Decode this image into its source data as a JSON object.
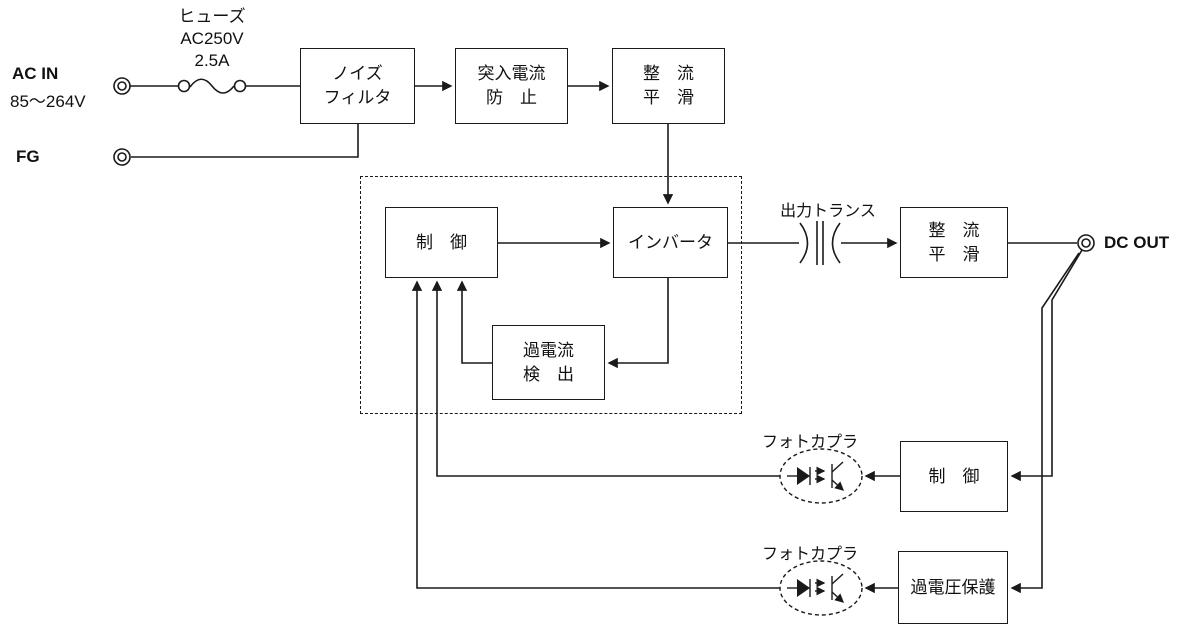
{
  "colors": {
    "ink": "#1a1a1a",
    "background": "#ffffff"
  },
  "diagram": {
    "input": {
      "ac_in_label": "AC IN",
      "ac_in_range": "85〜264V",
      "fg_label": "FG",
      "fuse_name": "ヒューズ",
      "fuse_rating_voltage": "AC250V",
      "fuse_rating_current": "2.5A"
    },
    "boxes": {
      "noise_filter": {
        "line1": "ノイズ",
        "line2": "フィルタ"
      },
      "inrush_protect": {
        "line1": "突入電流",
        "line2": "防　止"
      },
      "rectifier_primary": {
        "line1": "整　流",
        "line2": "平　滑"
      },
      "control_primary": {
        "label": "制　御"
      },
      "inverter": {
        "label": "インバータ"
      },
      "overcurrent_detect": {
        "line1": "過電流",
        "line2": "検　出"
      },
      "rectifier_secondary": {
        "line1": "整　流",
        "line2": "平　滑"
      },
      "control_secondary": {
        "label": "制　御"
      },
      "overvoltage_protect": {
        "label": "過電圧保護"
      }
    },
    "labels": {
      "output_transformer": "出力トランス",
      "dc_out": "DC OUT",
      "photocoupler_upper": "フォトカプラ",
      "photocoupler_lower": "フォトカプラ"
    }
  }
}
